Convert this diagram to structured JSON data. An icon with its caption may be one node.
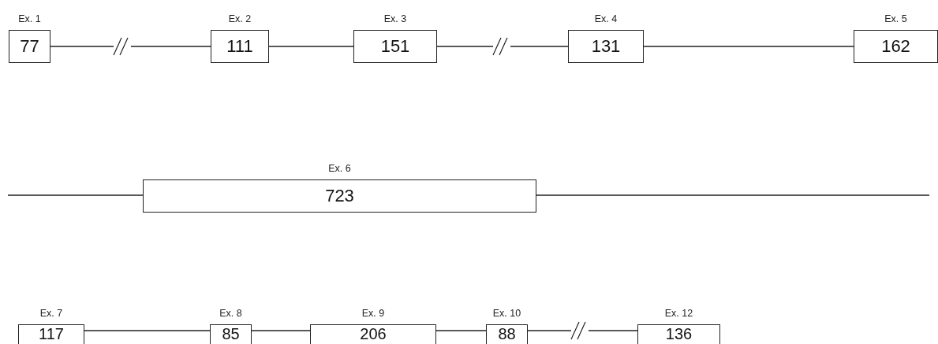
{
  "diagram": {
    "nodes": [
      {
        "text": [
          "Ex. 1",
          "77"
        ]
      },
      {
        "text": [
          "Ex. 2",
          "111"
        ]
      },
      {
        "text": [
          "Ex. 3",
          "151"
        ]
      },
      {
        "text": [
          "Ex. 4",
          "131"
        ]
      },
      {
        "text": [
          "Ex. 5",
          "162"
        ]
      },
      {
        "text": [
          "Ex. 6",
          "723"
        ]
      },
      {
        "text": [
          "Ex. 7",
          "117"
        ]
      },
      {
        "text": [
          "Ex. 8",
          "85"
        ]
      },
      {
        "text": [
          "Ex. 9",
          "206"
        ]
      },
      {
        "text": [
          "Ex. 10",
          "88"
        ]
      },
      {
        "text": [
          "Ex. 12",
          "136"
        ]
      }
    ],
    "edges": [
      {
        "from": 0,
        "to": 1,
        "arrow": "none"
      },
      {
        "from": 1,
        "to": 2,
        "arrow": "none"
      },
      {
        "from": 2,
        "to": 3,
        "arrow": "none"
      },
      {
        "from": 3,
        "to": 4,
        "arrow": "none"
      },
      {
        "from": null,
        "to": 5,
        "arrow": "none"
      },
      {
        "from": 5,
        "to": null,
        "arrow": "none"
      },
      {
        "from": 6,
        "to": 7,
        "arrow": "none"
      },
      {
        "from": 7,
        "to": 8,
        "arrow": "none"
      },
      {
        "from": 8,
        "to": 9,
        "arrow": "none"
      },
      {
        "from": 9,
        "to": 10,
        "arrow": "none"
      }
    ]
  }
}
